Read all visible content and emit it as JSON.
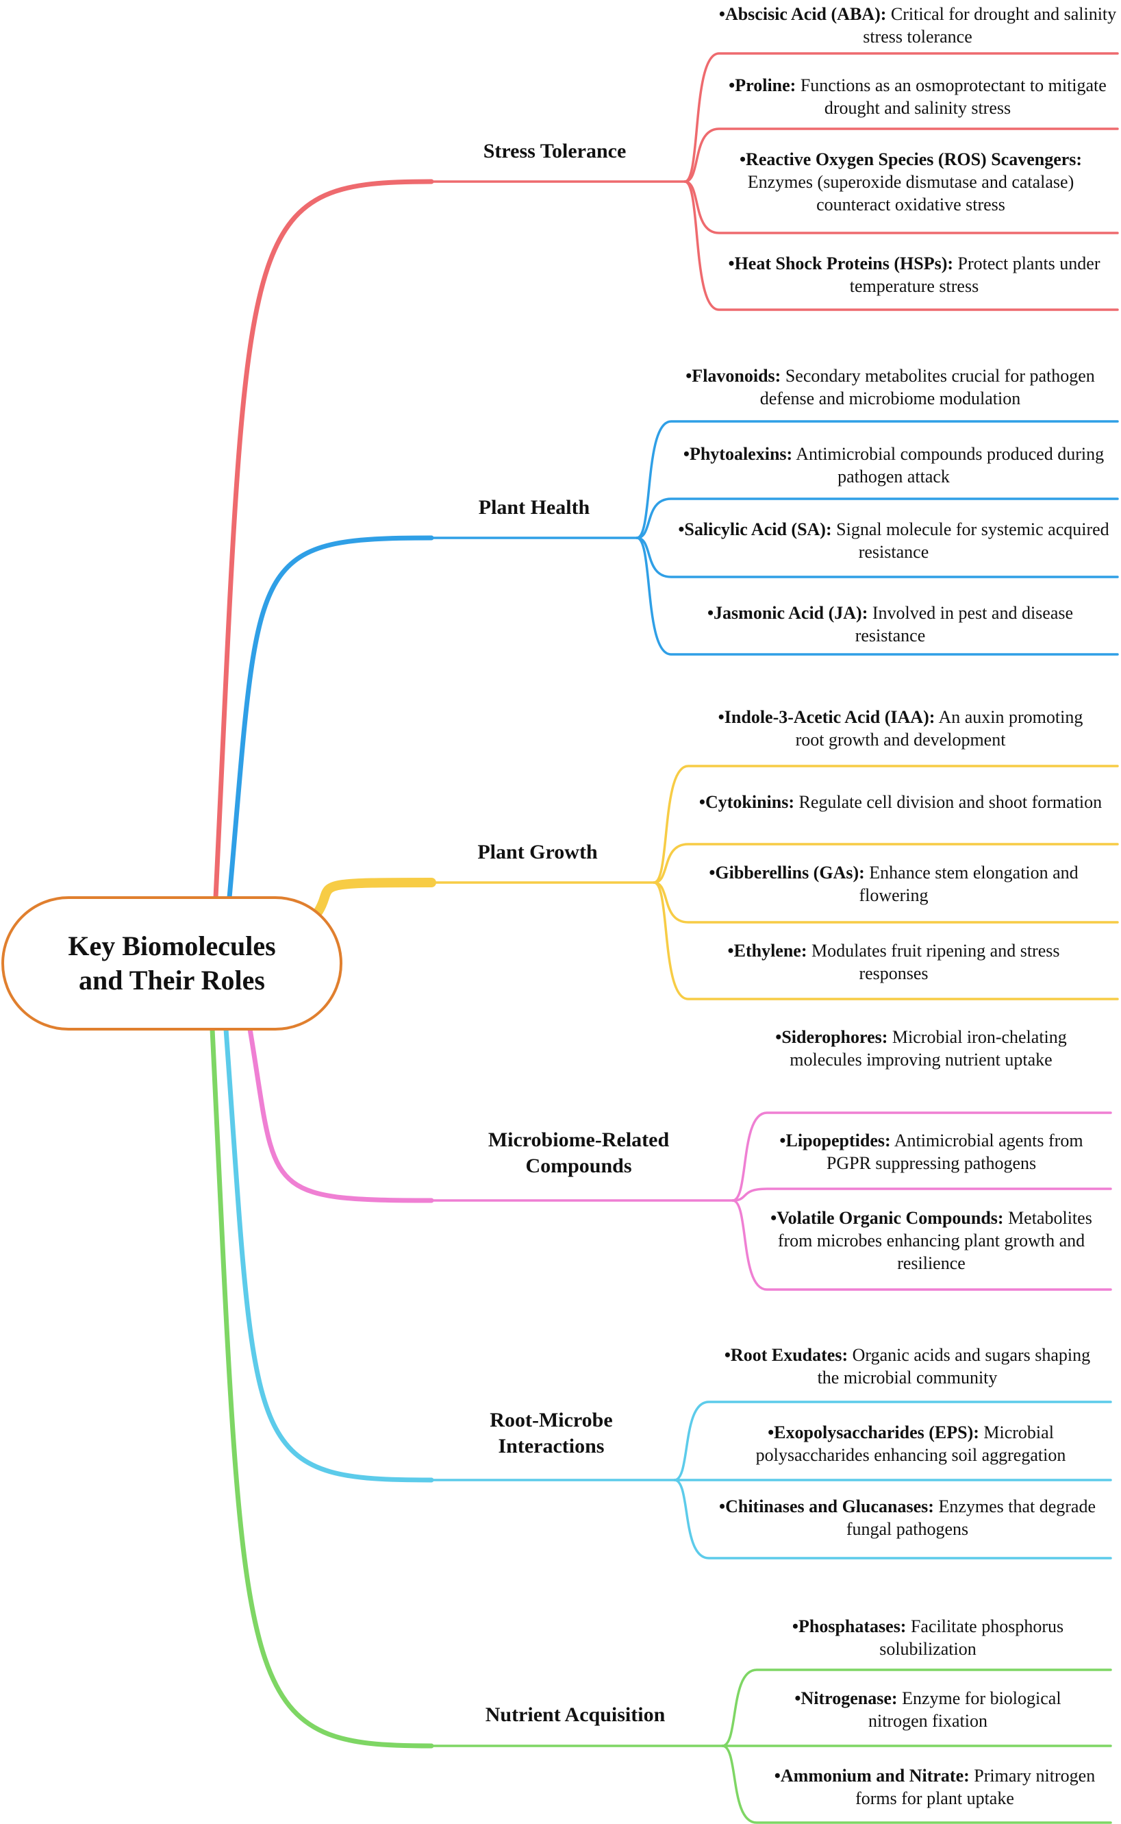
{
  "root": {
    "line1": "Key Biomolecules",
    "line2": "and Their Roles",
    "color": "#e07f2e"
  },
  "branches": [
    {
      "label": "Stress Tolerance",
      "color": "#ee6a6e",
      "leaves": [
        {
          "term": "•Abscisic Acid (ABA):",
          "desc": " Critical for drought and salinity stress tolerance"
        },
        {
          "term": "•Proline:",
          "desc": " Functions as an osmoprotectant to mitigate drought and salinity stress"
        },
        {
          "term": "•Reactive Oxygen Species (ROS) Scavengers:",
          "desc": " Enzymes (superoxide dismutase and catalase) counteract oxidative stress"
        },
        {
          "term": "•Heat Shock Proteins (HSPs):",
          "desc": " Protect plants under temperature stress"
        }
      ]
    },
    {
      "label": "Plant Health",
      "color": "#2f9fe6",
      "leaves": [
        {
          "term": "•Flavonoids:",
          "desc": " Secondary metabolites crucial for pathogen defense and microbiome modulation"
        },
        {
          "term": "•Phytoalexins:",
          "desc": " Antimicrobial compounds produced during pathogen attack"
        },
        {
          "term": "•Salicylic Acid (SA):",
          "desc": " Signal molecule for systemic acquired resistance"
        },
        {
          "term": "•Jasmonic Acid (JA):",
          "desc": " Involved in pest and disease resistance"
        }
      ]
    },
    {
      "label": "Plant Growth",
      "color": "#f7cc45",
      "leaves": [
        {
          "term": "•Indole-3-Acetic Acid (IAA):",
          "desc": " An auxin promoting root growth and development"
        },
        {
          "term": "•Cytokinins:",
          "desc": " Regulate cell division and shoot formation"
        },
        {
          "term": "•Gibberellins (GAs):",
          "desc": " Enhance stem elongation and flowering"
        },
        {
          "term": "•Ethylene:",
          "desc": " Modulates fruit ripening and stress responses"
        }
      ]
    },
    {
      "label": "Microbiome-Related Compounds",
      "color": "#ef7fd3",
      "leaves": [
        {
          "term": "•Siderophores:",
          "desc": " Microbial iron-chelating molecules improving nutrient uptake"
        },
        {
          "term": "•Lipopeptides:",
          "desc": " Antimicrobial agents from PGPR suppressing pathogens"
        },
        {
          "term": "•Volatile Organic Compounds:",
          "desc": " Metabolites from microbes enhancing plant growth and resilience"
        }
      ]
    },
    {
      "label": "Root-Microbe Interactions",
      "color": "#5ccbea",
      "leaves": [
        {
          "term": "•Root Exudates:",
          "desc": " Organic acids and sugars shaping the microbial community"
        },
        {
          "term": "•Exopolysaccharides (EPS):",
          "desc": " Microbial polysaccharides enhancing soil aggregation"
        },
        {
          "term": "•Chitinases and Glucanases:",
          "desc": " Enzymes that degrade fungal pathogens"
        }
      ]
    },
    {
      "label": "Nutrient Acquisition",
      "color": "#7ed664",
      "leaves": [
        {
          "term": "•Phosphatases:",
          "desc": " Facilitate phosphorus solubilization"
        },
        {
          "term": "•Nitrogenase:",
          "desc": " Enzyme for biological nitrogen fixation"
        },
        {
          "term": "•Ammonium and Nitrate:",
          "desc": " Primary nitrogen forms for plant uptake"
        }
      ]
    }
  ]
}
